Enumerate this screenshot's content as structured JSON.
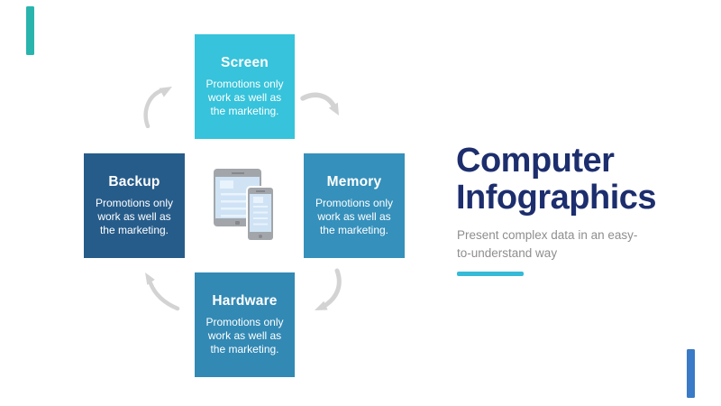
{
  "slide": {
    "background": "#ffffff",
    "decor_bars": {
      "top_left_color": "#2ab4ae",
      "bottom_right_color": "#3a7ac6"
    }
  },
  "diagram": {
    "type": "cycle",
    "flow": "clockwise",
    "arrow_color": "#d3d3d3",
    "center_icon": "tablet-and-smartphone",
    "nodes": [
      {
        "title": "Screen",
        "color": "#36c3db",
        "body_lines": [
          "Promotions only",
          "work as well as",
          "the marketing."
        ]
      },
      {
        "title": "Memory",
        "color": "#3590bb",
        "body_lines": [
          "Promotions only",
          "work as well as",
          "the marketing."
        ]
      },
      {
        "title": "Hardware",
        "color": "#3289b4",
        "body_lines": [
          "Promotions only",
          "work as well as",
          "the marketing."
        ]
      },
      {
        "title": "Backup",
        "color": "#265c8a",
        "body_lines": [
          "Promotions only",
          "work as well as",
          "the marketing."
        ]
      }
    ]
  },
  "panel": {
    "title_line1": "Computer",
    "title_line2": "Infographics",
    "title_color": "#1d2e6e",
    "subtitle_line1": "Present complex data in an easy-",
    "subtitle_line2": "to-understand way",
    "subtitle_color": "#8e8e8e",
    "underline_color": "#36bad7"
  }
}
